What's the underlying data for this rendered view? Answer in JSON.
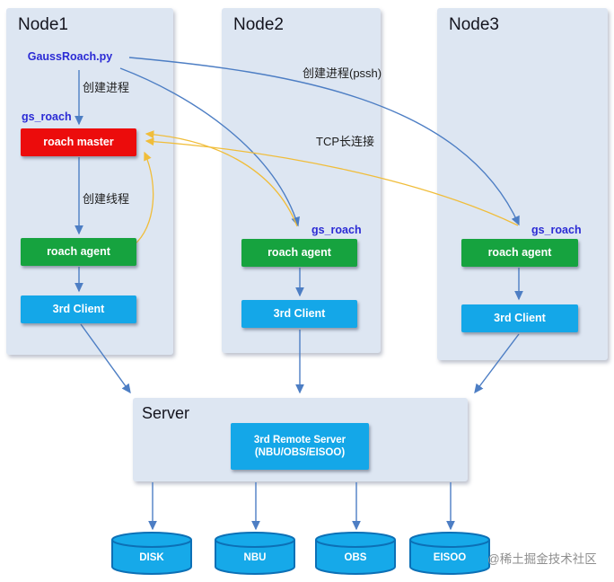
{
  "nodes": [
    {
      "title": "Node1",
      "script": "GaussRoach.py",
      "create_process": "创建进程",
      "gs_roach": "gs_roach",
      "master": "roach master",
      "create_thread": "创建线程",
      "agent": "roach agent",
      "client": "3rd Client"
    },
    {
      "title": "Node2",
      "gs_roach": "gs_roach",
      "agent": "roach agent",
      "client": "3rd Client"
    },
    {
      "title": "Node3",
      "gs_roach": "gs_roach",
      "agent": "roach agent",
      "client": "3rd Client"
    }
  ],
  "edge_labels": {
    "create_process_pssh": "创建进程(pssh)",
    "tcp_connection": "TCP长连接"
  },
  "server": {
    "title": "Server",
    "remote_server_line1": "3rd Remote Server",
    "remote_server_line2": "(NBU/OBS/EISOO)"
  },
  "storage": [
    "DISK",
    "NBU",
    "OBS",
    "EISOO"
  ],
  "watermark": "@稀土掘金技术社区",
  "colors": {
    "master_red": "#ec0c0c",
    "agent_green": "#16a33f",
    "client_cyan": "#14a7e8",
    "panel_blue": "#dde6f2",
    "arrow_blue": "#4d7ec4",
    "arrow_yellow": "#f0bd3a",
    "cylinder_fill": "#16a9e9",
    "cylinder_stroke": "#0c70b6"
  }
}
